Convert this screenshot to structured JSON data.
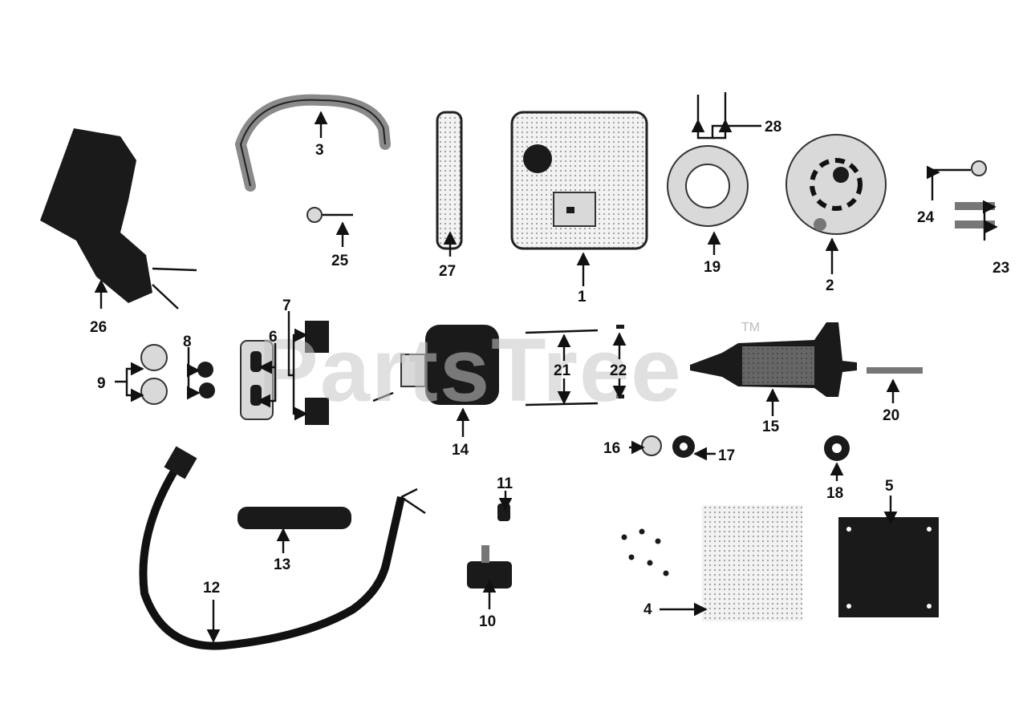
{
  "watermark": {
    "text": "PartsTree",
    "mark": "TM"
  },
  "colors": {
    "ink": "#111111",
    "watermark": "#c8c8c8",
    "background": "#ffffff"
  },
  "callouts": [
    "1",
    "2",
    "3",
    "4",
    "5",
    "6",
    "7",
    "8",
    "9",
    "10",
    "11",
    "12",
    "13",
    "14",
    "15",
    "16",
    "17",
    "18",
    "19",
    "20",
    "21",
    "22",
    "23",
    "24",
    "25",
    "26",
    "27",
    "28"
  ]
}
